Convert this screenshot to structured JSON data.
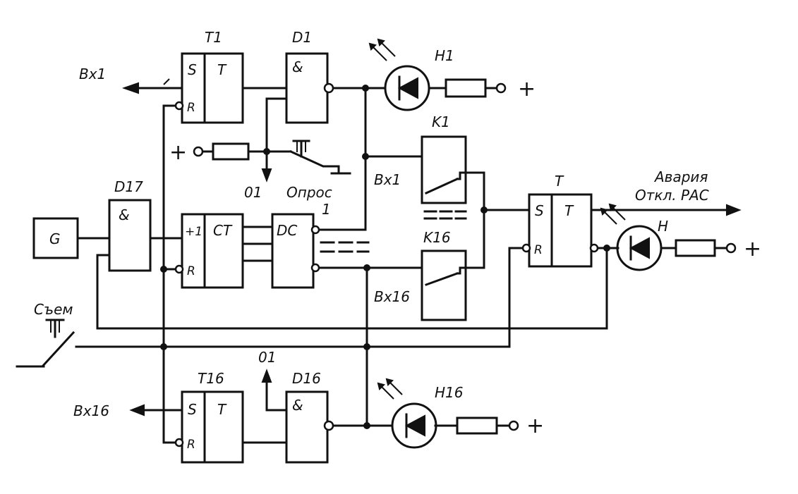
{
  "labels": {
    "t1": "T1",
    "d1": "D1",
    "h1": "H1",
    "k1": "K1",
    "k16": "K16",
    "t": "T",
    "h": "H",
    "d17": "D17",
    "g": "G",
    "t16": "T16",
    "d16": "D16",
    "h16": "H16",
    "vx1_left": "Bx1",
    "vx16_left": "Bx16",
    "vx1_k": "Bx1",
    "vx16_k": "Bx16",
    "o1_top": "01",
    "o1_bottom": "01",
    "opros": "Опрос",
    "sem": "Съем",
    "avaria": "Авария",
    "otkl": "Откл. РАС",
    "dc_out1": "1",
    "plus_h1": "+",
    "plus_left": "+",
    "plus_h": "+",
    "plus_h16": "+",
    "s": "S",
    "r": "R",
    "tt": "T",
    "and": "&",
    "p1": "+1",
    "ct": "CT",
    "dc": "DC"
  }
}
